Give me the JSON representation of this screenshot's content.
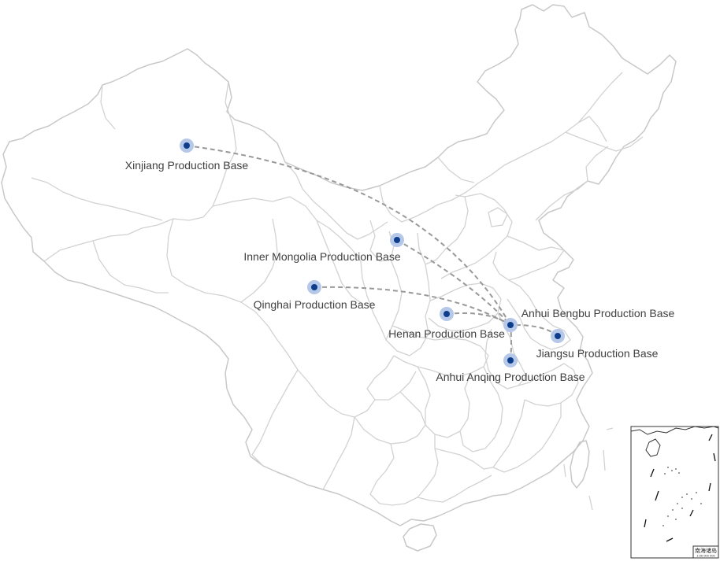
{
  "map": {
    "hub": "Anhui Bengbu Production Base",
    "bases": [
      {
        "id": "xinjiang",
        "label": "Xinjiang Production Base"
      },
      {
        "id": "inner-mongolia",
        "label": "Inner Mongolia Production Base"
      },
      {
        "id": "qinghai",
        "label": "Qinghai Production Base"
      },
      {
        "id": "henan",
        "label": "Henan Production Base"
      },
      {
        "id": "anhui-bengbu",
        "label": "Anhui Bengbu Production Base"
      },
      {
        "id": "jiangsu",
        "label": "Jiangsu Production Base"
      },
      {
        "id": "anhui-anqing",
        "label": "Anhui Anqing Production Base"
      }
    ],
    "routes": [
      {
        "from": "Xinjiang Production Base",
        "to": "Anhui Bengbu Production Base"
      },
      {
        "from": "Inner Mongolia Production Base",
        "to": "Anhui Bengbu Production Base"
      },
      {
        "from": "Qinghai Production Base",
        "to": "Anhui Bengbu Production Base"
      },
      {
        "from": "Henan Production Base",
        "to": "Anhui Bengbu Production Base"
      },
      {
        "from": "Jiangsu Production Base",
        "to": "Anhui Bengbu Production Base"
      },
      {
        "from": "Anhui Anqing Production Base",
        "to": "Anhui Bengbu Production Base"
      }
    ],
    "inset": {
      "title": "南海诸岛",
      "scale": "1:96 000 000"
    },
    "colors": {
      "marker": "#0e3d8c",
      "marker_halo": "#b5c8e8",
      "route": "#999999",
      "border": "#d2d2d2",
      "label": "#404040"
    }
  }
}
